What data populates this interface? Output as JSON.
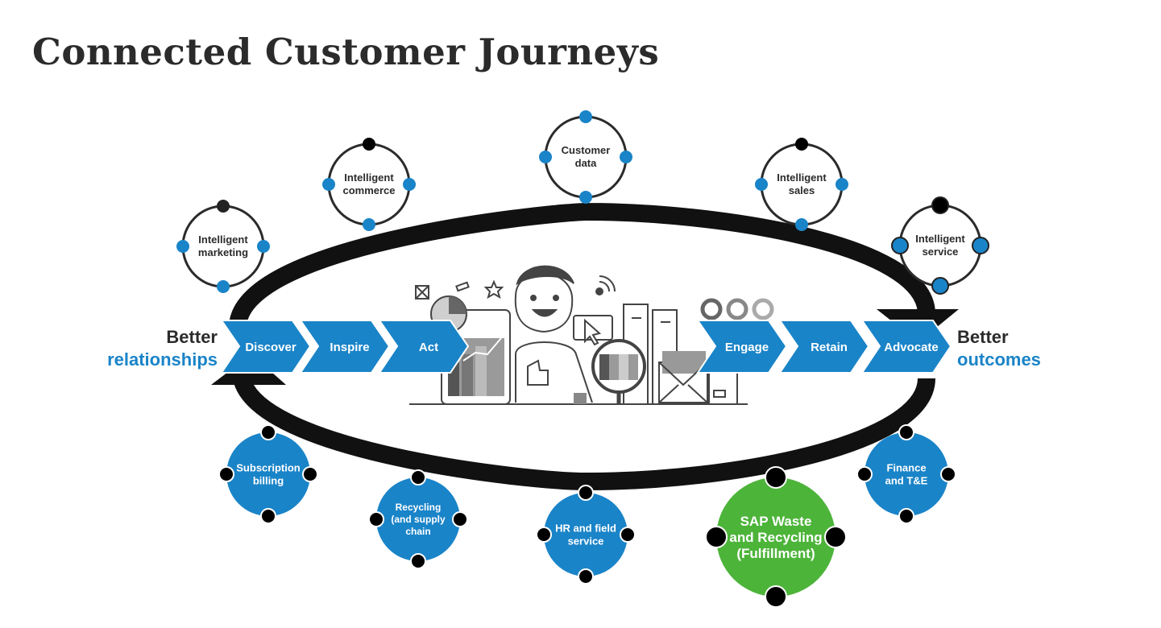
{
  "title": "Connected Customer Journeys",
  "left_label": {
    "line1": "Better",
    "line2": "relationships"
  },
  "right_label": {
    "line1": "Better",
    "line2": "outcomes"
  },
  "stages_left": [
    "Discover",
    "Inspire",
    "Act"
  ],
  "stages_right": [
    "Engage",
    "Retain",
    "Advocate"
  ],
  "top_capabilities": [
    {
      "line1": "Intelligent",
      "line2": "marketing"
    },
    {
      "line1": "Intelligent",
      "line2": "commerce"
    },
    {
      "line1": "Customer",
      "line2": "data"
    },
    {
      "line1": "Intelligent",
      "line2": "sales"
    },
    {
      "line1": "Intelligent",
      "line2": "service"
    }
  ],
  "bottom_capabilities": [
    {
      "line1": "Subscription",
      "line2": "billing",
      "line3": ""
    },
    {
      "line1": "Recycling",
      "line2": "(and supply",
      "line3": "chain"
    },
    {
      "line1": "HR and field",
      "line2": "service",
      "line3": ""
    },
    {
      "line1": "SAP Waste",
      "line2": "and Recycling",
      "line3": "(Fulfillment)"
    },
    {
      "line1": "Finance",
      "line2": "and T&E",
      "line3": ""
    }
  ],
  "colors": {
    "blue": "#1a84c8",
    "green": "#4db43a",
    "dark": "#2b2b2b",
    "black": "#000000"
  }
}
